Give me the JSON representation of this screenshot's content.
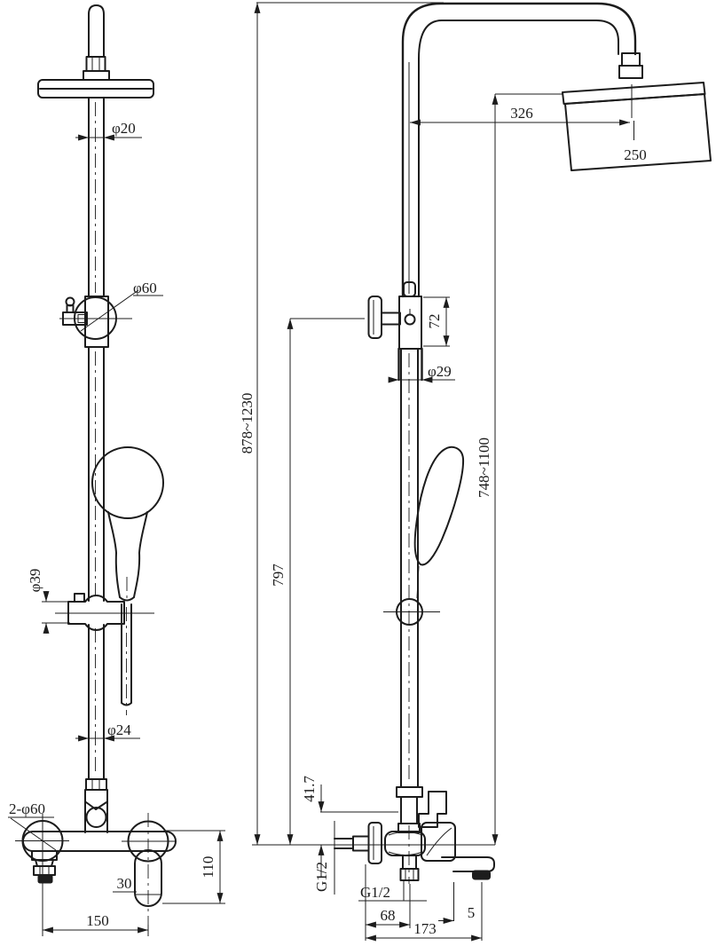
{
  "drawing": {
    "background": "#ffffff",
    "line_color": "#1c1c1c",
    "views": {
      "front": {
        "title": "front-view",
        "dims": {
          "head_pipe_diameter": "φ20",
          "slider_diameter": "φ60",
          "bracket_diameter": "φ39",
          "lower_pipe_diameter": "φ24",
          "wall_mount_diameters": "2-φ60",
          "handle_width": "30",
          "body_height": "110",
          "mount_spacing": "150"
        }
      },
      "side": {
        "title": "side-view",
        "dims": {
          "head_reach": "326",
          "head_width": "250",
          "slider_height": "72",
          "pipe_diameter": "φ29",
          "total_height_range": "878~1230",
          "riser_height": "797",
          "hand_shower_height_range": "748~1100",
          "outlet_offset": "41.7",
          "inlet_thread": "G1/2",
          "outlet_thread": "G1/2",
          "outlet_distance": "68",
          "spout_tip_offset": "5",
          "spout_reach": "173"
        }
      }
    }
  }
}
